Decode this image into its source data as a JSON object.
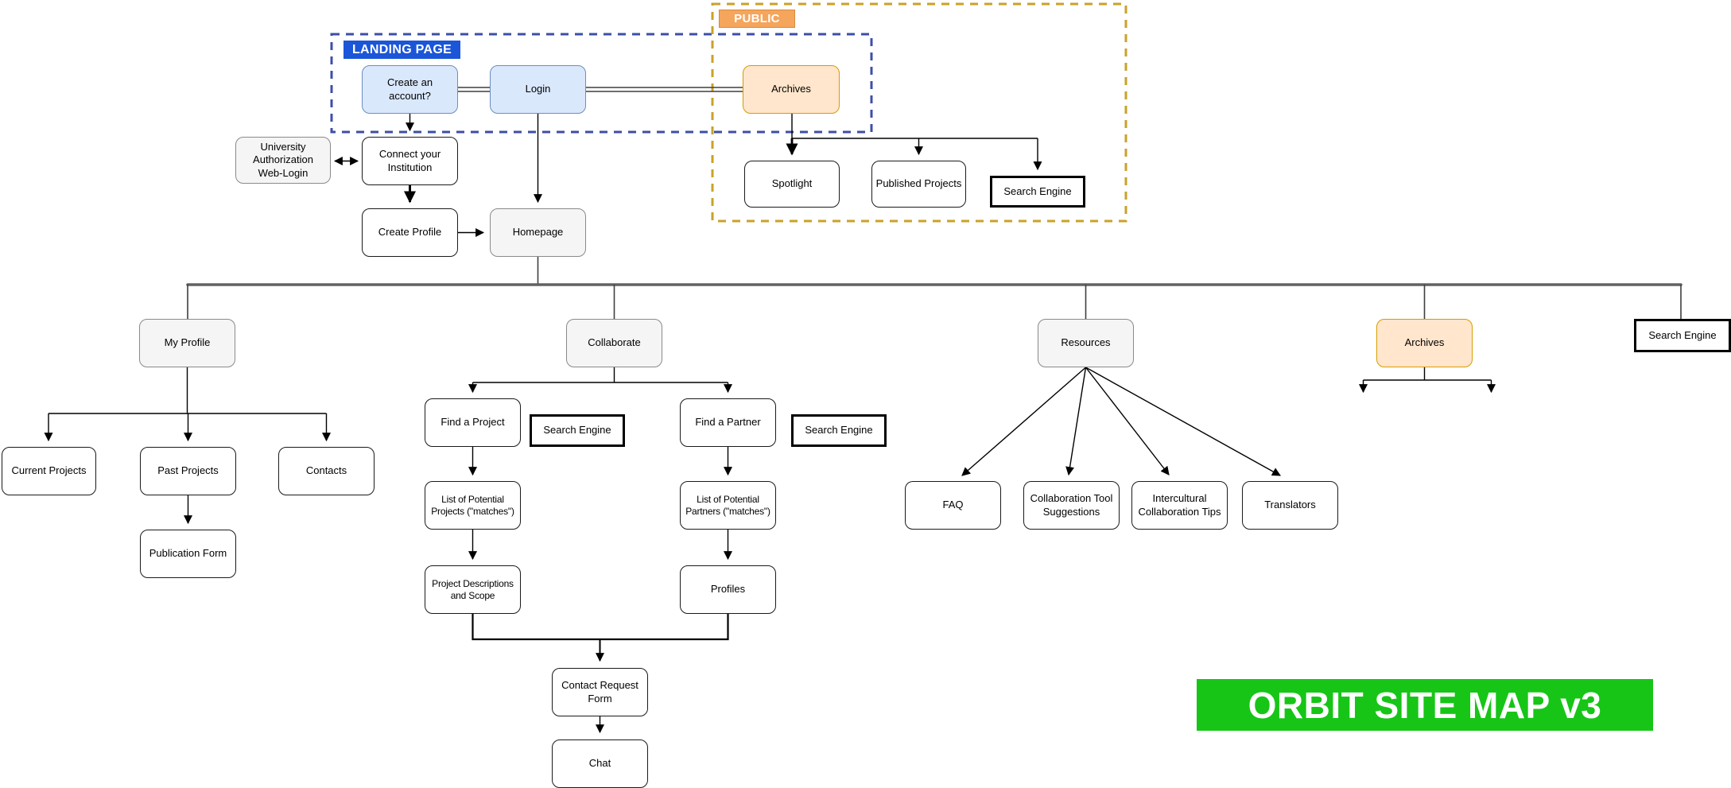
{
  "title": {
    "text": "ORBIT SITE MAP v3"
  },
  "regions": {
    "landing": {
      "label": "LANDING PAGE"
    },
    "public": {
      "label": "PUBLIC"
    }
  },
  "nodes": {
    "create_account": "Create an account?",
    "login": "Login",
    "archives_top": "Archives",
    "spotlight_top": "Spotlight",
    "published_top": "Published Projects",
    "search_top": "Search Engine",
    "univ_auth": "University Authorization Web-Login",
    "connect_institution": "Connect your Institution",
    "create_profile": "Create Profile",
    "homepage": "Homepage",
    "my_profile": "My Profile",
    "collaborate": "Collaborate",
    "resources": "Resources",
    "archives2": "Archives",
    "search_right": "Search Engine",
    "current_projects": "Current Projects",
    "past_projects": "Past Projects",
    "contacts": "Contacts",
    "publication_form": "Publication Form",
    "find_project": "Find a Project",
    "search_collab1": "Search Engine",
    "find_partner": "Find a Partner",
    "search_collab2": "Search Engine",
    "list_projects": "List of Potential Projects (\"matches\")",
    "list_partners": "List of Potential Partners (\"matches\")",
    "proj_desc": "Project Descriptions and Scope",
    "profiles": "Profiles",
    "contact_form": "Contact Request Form",
    "chat": "Chat",
    "faq": "FAQ",
    "collab_tools": "Collaboration Tool Suggestions",
    "intercultural": "Intercultural Collaboration Tips",
    "translators": "Translators"
  },
  "colors": {
    "landing_label_bg": "#1b55d8",
    "landing_outline": "#3d4fa5",
    "public_label_bg": "#f5a55c",
    "public_outline": "#c9a227",
    "node_blue_fill": "#dae8fc",
    "node_blue_border": "#6c8ebf",
    "node_orange_fill": "#ffe6cc",
    "node_orange_border": "#d79b00",
    "node_gray_fill": "#f5f5f5",
    "title_bg": "#17c517",
    "tree_bar_gray": "#616161"
  }
}
